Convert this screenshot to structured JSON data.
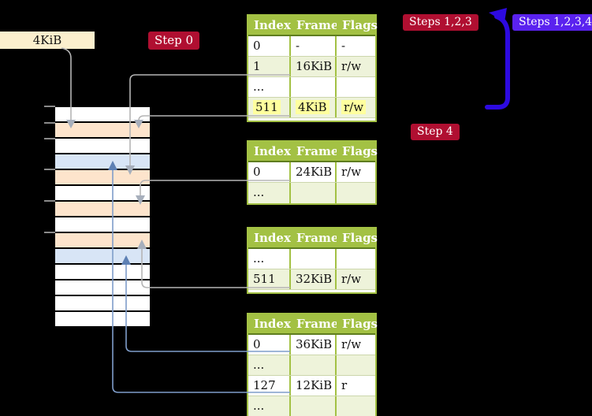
{
  "labels": {
    "size": "4KiB",
    "step0": "Step 0",
    "steps123": "Steps 1,2,3",
    "steps1234": "Steps 1,2,3,4",
    "step4": "Step 4"
  },
  "colors": {
    "background": "#000000",
    "size_box": "#fbefcd",
    "badge_crimson": "#b00f31",
    "badge_violet": "#5a22ef",
    "table_green": "#a3c144",
    "table_row_green": "#eef3da",
    "highlight_yellow": "#ffff9e",
    "frame_peach": "#fde4cc",
    "frame_blue": "#d8e5f6",
    "gray_arrow": "#b5b5b5",
    "steel_arrow": "#7f9dca",
    "big_arrow_blue": "#2d0ae0"
  },
  "memory": {
    "rows": [
      {
        "color": "white"
      },
      {
        "color": "peach"
      },
      {
        "color": "white"
      },
      {
        "color": "blue"
      },
      {
        "color": "peach"
      },
      {
        "color": "white"
      },
      {
        "color": "peach"
      },
      {
        "color": "white"
      },
      {
        "color": "peach"
      },
      {
        "color": "blue"
      },
      {
        "color": "white"
      },
      {
        "color": "white"
      },
      {
        "color": "white"
      },
      {
        "color": "white"
      }
    ],
    "tick_count": 6
  },
  "tables": [
    {
      "name": "page-table-level-top",
      "header": [
        "Index",
        "Frame",
        "Flags"
      ],
      "sliver": true,
      "rows": [
        {
          "cells": [
            "0",
            "-",
            "-"
          ],
          "shaded": false,
          "highlight": false
        },
        {
          "cells": [
            "1",
            "16KiB",
            "r/w"
          ],
          "shaded": true,
          "highlight": false
        },
        {
          "cells": [
            "...",
            "",
            ""
          ],
          "shaded": false,
          "highlight": false
        },
        {
          "cells": [
            "511",
            "4KiB",
            "r/w"
          ],
          "shaded": true,
          "highlight": true
        }
      ]
    },
    {
      "name": "page-table-second",
      "header": [
        "Index",
        "Frame",
        "Flags"
      ],
      "sliver": false,
      "rows": [
        {
          "cells": [
            "0",
            "24KiB",
            "r/w"
          ],
          "shaded": false,
          "highlight": false
        },
        {
          "cells": [
            "...",
            "",
            ""
          ],
          "shaded": true,
          "highlight": false
        }
      ]
    },
    {
      "name": "page-table-third",
      "header": [
        "Index",
        "Frame",
        "Flags"
      ],
      "sliver": true,
      "rows": [
        {
          "cells": [
            "...",
            "",
            ""
          ],
          "shaded": false,
          "highlight": false
        },
        {
          "cells": [
            "511",
            "32KiB",
            "r/w"
          ],
          "shaded": true,
          "highlight": false
        }
      ]
    },
    {
      "name": "page-table-bottom",
      "header": [
        "Index",
        "Frame",
        "Flags"
      ],
      "sliver": false,
      "rows": [
        {
          "cells": [
            "0",
            "36KiB",
            "r/w"
          ],
          "shaded": false,
          "highlight": false
        },
        {
          "cells": [
            "...",
            "",
            ""
          ],
          "shaded": true,
          "highlight": false
        },
        {
          "cells": [
            "127",
            "12KiB",
            "r"
          ],
          "shaded": false,
          "highlight": false
        },
        {
          "cells": [
            "...",
            "",
            ""
          ],
          "shaded": true,
          "highlight": false
        }
      ]
    }
  ],
  "arrows": [
    {
      "id": "arrow-4kib-label-to-memory",
      "color": "gray",
      "from": "size-4kib-label",
      "to": "memory-frame-4kib"
    },
    {
      "id": "arrow-t1-entry1-to-frame-16kib",
      "color": "gray",
      "from": "table1-row-1",
      "to": "memory-frame-16kib"
    },
    {
      "id": "arrow-t1-entry511-to-frame-4kib",
      "color": "gray",
      "from": "table1-row-511",
      "to": "memory-frame-4kib"
    },
    {
      "id": "arrow-t2-entry0-to-frame-24kib",
      "color": "gray",
      "from": "table2-row-0",
      "to": "memory-frame-24kib"
    },
    {
      "id": "arrow-t3-entry511-to-frame-32kib",
      "color": "gray",
      "from": "table3-row-511",
      "to": "memory-frame-32kib"
    },
    {
      "id": "arrow-t4-entry0-to-frame-36kib",
      "color": "steel-blue",
      "from": "table4-row-0",
      "to": "memory-frame-36kib"
    },
    {
      "id": "arrow-t4-entry127-to-frame-12kib",
      "color": "steel-blue",
      "from": "table4-row-127",
      "to": "memory-frame-12kib"
    },
    {
      "id": "arrow-translation-lookup",
      "color": "blue",
      "from": "below",
      "to": "table1-area"
    }
  ]
}
